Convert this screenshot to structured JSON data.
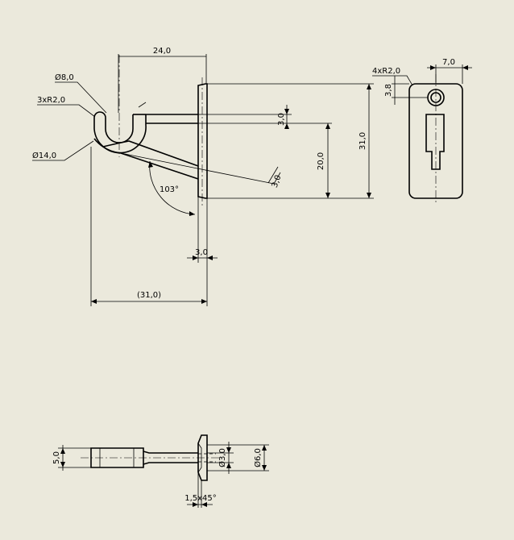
{
  "dimensions": {
    "width_24": "24,0",
    "dia_8": "Ø8,0",
    "fillet_3x": "3xR2,0",
    "dia_14": "Ø14,0",
    "thk_3_top": "3,0",
    "height_20": "20,0",
    "height_31": "31,0",
    "thk_3_slant": "3,0",
    "angle_103": "103°",
    "thk_3_bottom": "3,0",
    "ref_31": "(31,0)",
    "fillet_4x": "4xR2,0",
    "width_7": "7,0",
    "offset_38": "3,8",
    "height_5": "5,0",
    "dia_3": "Ø3,0",
    "dia_6": "Ø6,0",
    "chamfer": "1,5x45°"
  },
  "colors": {
    "background": "#ebe9dc",
    "line": "#000000"
  }
}
